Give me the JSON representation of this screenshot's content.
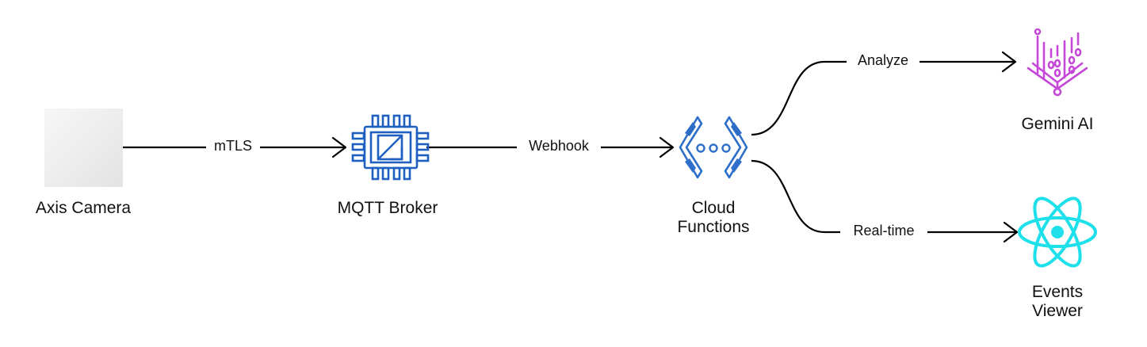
{
  "nodes": {
    "camera": {
      "label": "Axis Camera"
    },
    "mqtt": {
      "label": "MQTT Broker"
    },
    "functions": {
      "label_line1": "Cloud",
      "label_line2": "Functions"
    },
    "gemini": {
      "label": "Gemini AI"
    },
    "viewer": {
      "label_line1": "Events",
      "label_line2": "Viewer"
    }
  },
  "edges": {
    "mtls": "mTLS",
    "webhook": "Webhook",
    "analyze": "Analyze",
    "realtime": "Real-time"
  },
  "colors": {
    "mqtt_icon": "#1f5fbf",
    "functions_icon": "#2f6fc9",
    "gemini_icon": "#c548d8",
    "viewer_icon": "#1ee0ea",
    "camera_placeholder": "#ececec"
  },
  "icons": {
    "camera": "image-placeholder-icon",
    "mqtt": "chip-icon",
    "functions": "cloud-functions-icon",
    "gemini": "gemini-ai-icon",
    "viewer": "react-atom-icon"
  }
}
